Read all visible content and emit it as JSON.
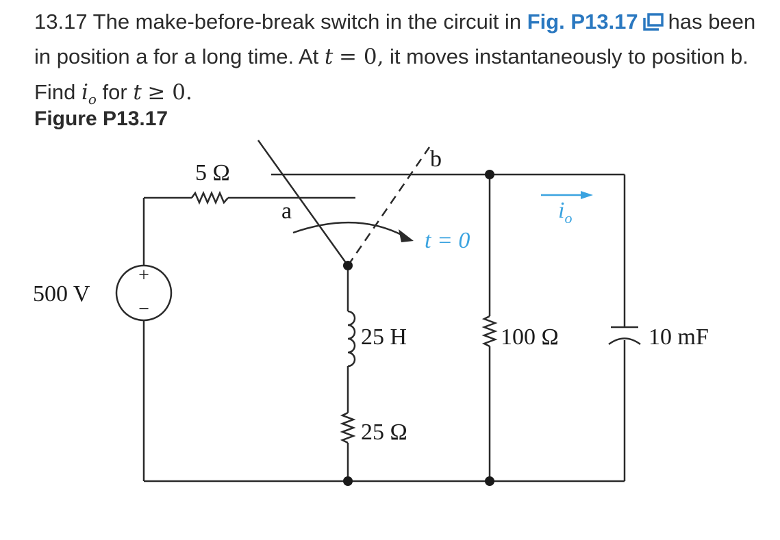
{
  "problem": {
    "number": "13.17",
    "text_1": "The make-before-break switch in the circuit in",
    "fig_link": "Fig. P13.17",
    "text_2": "has been in position a for a long time. At",
    "var_t": "t",
    "eq_zero": "= 0,",
    "text_3": "it moves instantaneously to position b. Find",
    "var_io": "i",
    "var_io_sub": "o",
    "text_4": "for",
    "var_t2": "t",
    "geq_zero": "≥ 0.",
    "link_color": "#2a78c0"
  },
  "figure": {
    "title": "Figure P13.17",
    "labels": {
      "source": "500 V",
      "source_plus": "+",
      "source_minus": "−",
      "r1": "5 Ω",
      "switch_a": "a",
      "switch_b": "b",
      "switch_time": "t = 0",
      "inductor": "25 H",
      "r2": "25 Ω",
      "r3": "100 Ω",
      "capacitor": "10 mF",
      "current": "i",
      "current_sub": "o"
    },
    "annotation_color": "#3aa3e0"
  }
}
